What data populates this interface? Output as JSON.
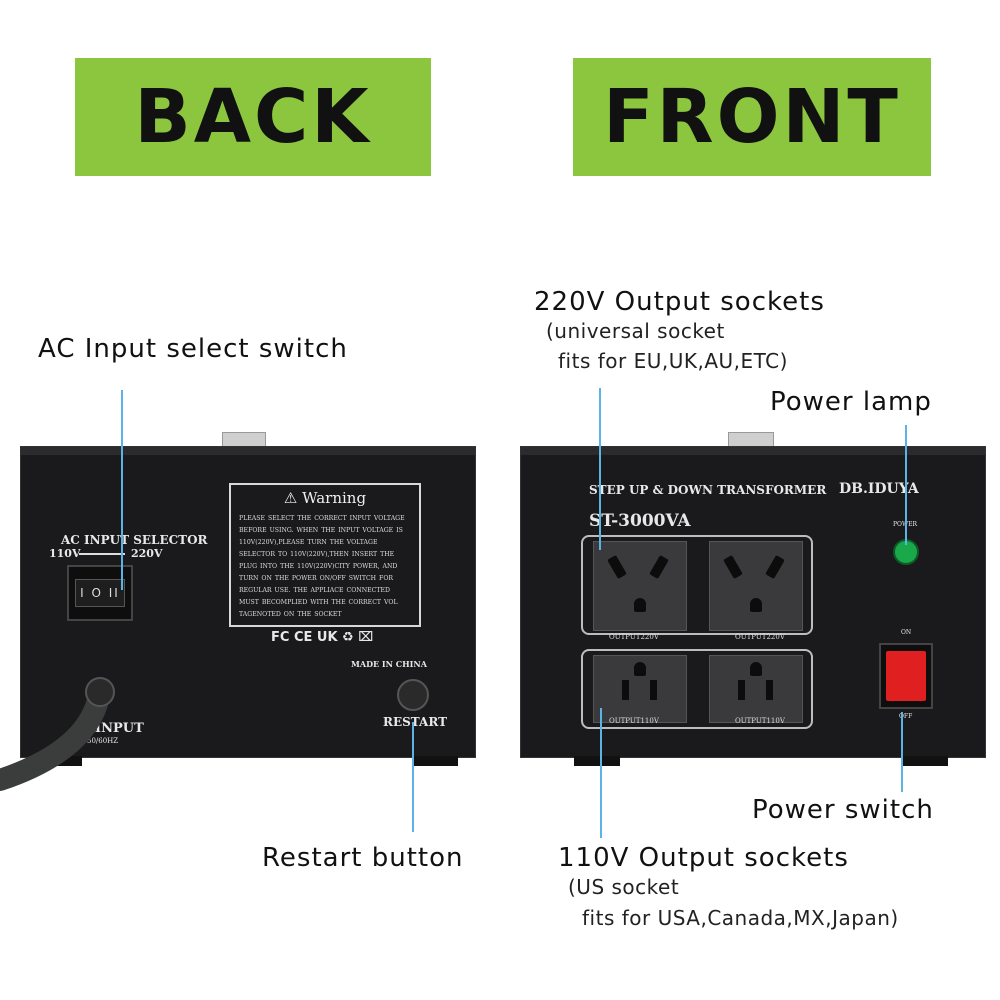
{
  "back_tag": "BACK",
  "front_tag": "FRONT",
  "annotations": {
    "ac_input": "AC Input select switch",
    "restart": "Restart button",
    "out220_title": "220V Output sockets",
    "out220_line1": "(universal socket",
    "out220_line2": "fits for EU,UK,AU,ETC)",
    "power_lamp": "Power lamp",
    "power_switch": "Power switch",
    "out110_title": "110V Output sockets",
    "out110_line1": "(US socket",
    "out110_line2": "fits for USA,Canada,MX,Japan)"
  },
  "back_panel": {
    "selector_title": "AC INPUT SELECTOR",
    "selector_110": "110V",
    "selector_220": "220V",
    "switch_glyphs": "I O II",
    "warning_title": "⚠ Warning",
    "warning_text": "Please select the correct input voltage before using. When the input voltage is 110V(220V),please turn the voltage selector to 110V(220V),then insert the plug into the 110V(220V)city power, and turn on the power on/off switch for regular use. The appliace connected must becomplied with the correct vol tagenoted on the socket",
    "cert_marks": "FC CE UK ♻ ⌧",
    "made_in": "MADE IN CHINA",
    "restart_label": "RESTART",
    "input_label": "INPUT",
    "input_hz": "50/60HZ"
  },
  "front_panel": {
    "model_line": "STEP UP & DOWN TRANSFORMER",
    "brand": "DB.IDUYA",
    "model": "ST-3000VA",
    "lamp_label": "POWER",
    "on_label": "ON",
    "off_label": "OFF",
    "socket_220_label": "OUTPUT220V",
    "socket_110_label": "OUTPUT110V"
  },
  "colors": {
    "tag_green": "#8cc63f",
    "line_blue": "#5bb4e5",
    "unit_black": "#1a1a1c",
    "lamp_green": "#19a84a",
    "switch_red": "#e02020"
  }
}
